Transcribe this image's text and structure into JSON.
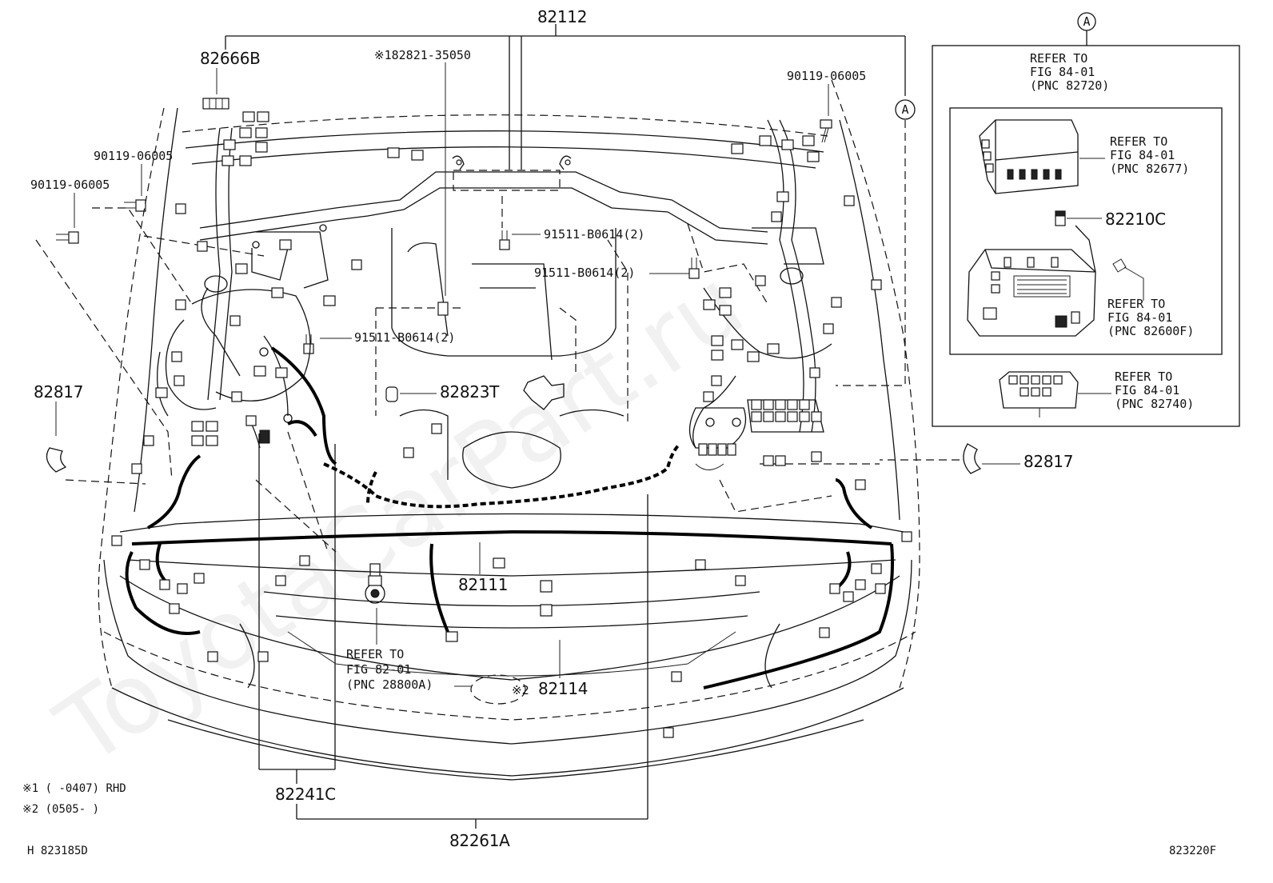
{
  "watermark": "ToyotaCarPart.ru",
  "labels": {
    "main_harness": "82112",
    "clamp_top_left": "82666B",
    "bolt_top_right": "90119-06005",
    "bolt_left_1": "90119-06005",
    "bolt_left_2": "90119-06005",
    "relay_note": "※182821-35050",
    "bolt_mid_1": "91511-B0614(2)",
    "bolt_mid_2": "91511-B0614(2)",
    "bolt_mid_3": "91511-B0614(2)",
    "connector_mid": "82823T",
    "cover_left": "82817",
    "cover_right": "82817",
    "harness_front": "82111",
    "harness_lower": "82114",
    "lower_note_mark": "※2",
    "clamp_pair": "82241C",
    "wire_bottom": "82261A",
    "circle_a_top": "A",
    "circle_a_side": "A"
  },
  "refer_horn": [
    "REFER TO",
    "FIG 82-01",
    "(PNC 28800A)"
  ],
  "inset": {
    "refer_top": [
      "REFER TO",
      "FIG 84-01",
      "(PNC 82720)"
    ],
    "refer_relay_block": [
      "REFER TO",
      "FIG 84-01",
      "(PNC 82677)"
    ],
    "part_82210c": "82210C",
    "refer_junction": [
      "REFER TO",
      "FIG 84-01",
      "(PNC 82600F)"
    ],
    "refer_fuse": [
      "REFER TO",
      "FIG 84-01",
      "(PNC 82740)"
    ]
  },
  "footnotes": {
    "note1": "※1 (     -0407) RHD",
    "note2": "※2 (0505-     )"
  },
  "codes": {
    "bottom_left": "H 823185D",
    "bottom_right": "823220F"
  }
}
